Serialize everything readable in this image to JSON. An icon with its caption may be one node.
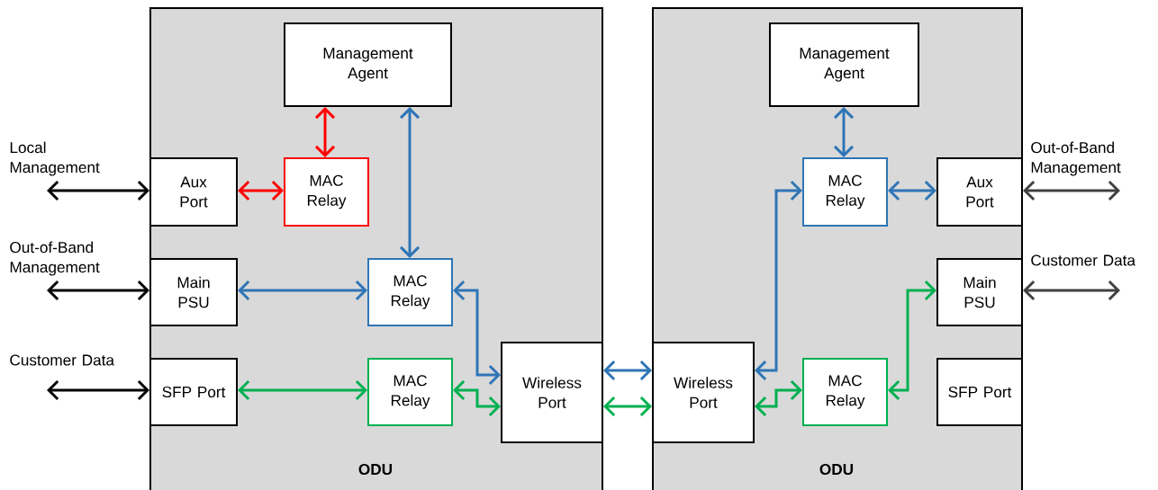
{
  "diagram": {
    "nodes": [
      {
        "text": [
          "ODU"
        ]
      },
      {
        "text": [
          "Management Agent"
        ],
        "in": 0
      },
      {
        "text": [
          "Aux Port"
        ],
        "in": 0
      },
      {
        "text": [
          "MAC Relay"
        ],
        "in": 0
      },
      {
        "text": [
          "Main PSU"
        ],
        "in": 0
      },
      {
        "text": [
          "MAC Relay"
        ],
        "in": 0
      },
      {
        "text": [
          "SFP Port"
        ],
        "in": 0
      },
      {
        "text": [
          "MAC Relay"
        ],
        "in": 0
      },
      {
        "text": [
          "Wireless Port"
        ],
        "in": 0
      },
      {
        "text": [
          "ODU"
        ]
      },
      {
        "text": [
          "Wireless Port"
        ],
        "in": 9
      },
      {
        "text": [
          "Management Agent"
        ],
        "in": 9
      },
      {
        "text": [
          "MAC Relay"
        ],
        "in": 9
      },
      {
        "text": [
          "Aux Port"
        ],
        "in": 9
      },
      {
        "text": [
          "Main PSU"
        ],
        "in": 9
      },
      {
        "text": [
          "MAC Relay"
        ],
        "in": 9
      },
      {
        "text": [
          "SFP Port"
        ],
        "in": 9
      },
      {
        "text": [
          "Local Management"
        ]
      },
      {
        "text": [
          "Out-of-Band Management"
        ]
      },
      {
        "text": [
          "Customer Data"
        ]
      },
      {
        "text": [
          "Out-of-Band Management"
        ]
      },
      {
        "text": [
          "Customer Data"
        ]
      }
    ],
    "edges": [
      {
        "from": 17,
        "to": 2,
        "arrow": "both",
        "color": "#000000"
      },
      {
        "from": 18,
        "to": 4,
        "arrow": "both",
        "color": "#000000"
      },
      {
        "from": 19,
        "to": 6,
        "arrow": "both",
        "color": "#000000"
      },
      {
        "from": 1,
        "to": 3,
        "arrow": "both",
        "color": "#ff0000"
      },
      {
        "from": 2,
        "to": 3,
        "arrow": "both",
        "color": "#ff0000"
      },
      {
        "from": 1,
        "to": 5,
        "arrow": "both",
        "color": "#2e75b6"
      },
      {
        "from": 4,
        "to": 5,
        "arrow": "both",
        "color": "#2e75b6"
      },
      {
        "from": 5,
        "to": 8,
        "arrow": "both",
        "color": "#2e75b6"
      },
      {
        "from": 6,
        "to": 7,
        "arrow": "both",
        "color": "#00b050"
      },
      {
        "from": 7,
        "to": 8,
        "arrow": "both",
        "color": "#00b050"
      },
      {
        "from": 8,
        "to": 10,
        "arrow": "both",
        "color": "#2e75b6"
      },
      {
        "from": 8,
        "to": 10,
        "arrow": "both",
        "color": "#00b050"
      },
      {
        "from": 11,
        "to": 12,
        "arrow": "both",
        "color": "#2e75b6"
      },
      {
        "from": 10,
        "to": 12,
        "arrow": "both",
        "color": "#2e75b6"
      },
      {
        "from": 12,
        "to": 13,
        "arrow": "both",
        "color": "#2e75b6"
      },
      {
        "from": 10,
        "to": 15,
        "arrow": "both",
        "color": "#00b050"
      },
      {
        "from": 15,
        "to": 14,
        "arrow": "both",
        "color": "#00b050"
      },
      {
        "from": 13,
        "to": 20,
        "arrow": "both",
        "color": "#404040"
      },
      {
        "from": 14,
        "to": 21,
        "arrow": "both",
        "color": "#404040"
      }
    ]
  }
}
